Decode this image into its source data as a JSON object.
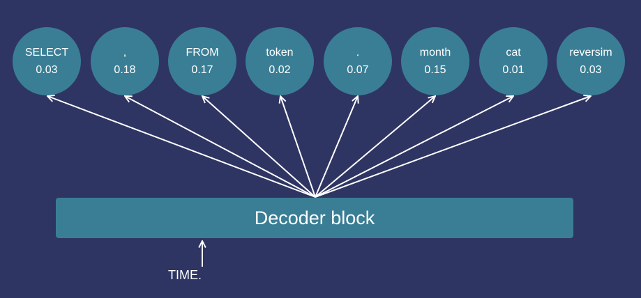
{
  "tokens": [
    {
      "label": "SELECT",
      "prob": "0.03"
    },
    {
      "label": ",",
      "prob": "0.18"
    },
    {
      "label": "FROM",
      "prob": "0.17"
    },
    {
      "label": "token",
      "prob": "0.02"
    },
    {
      "label": ".",
      "prob": "0.07"
    },
    {
      "label": "month",
      "prob": "0.15"
    },
    {
      "label": "cat",
      "prob": "0.01"
    },
    {
      "label": "reversim",
      "prob": "0.03"
    }
  ],
  "decoder": {
    "label": "Decoder block"
  },
  "input": {
    "label": "TIME."
  },
  "colors": {
    "background": "#2f3563",
    "node": "#3a7e95",
    "arrow": "#ffffff"
  }
}
